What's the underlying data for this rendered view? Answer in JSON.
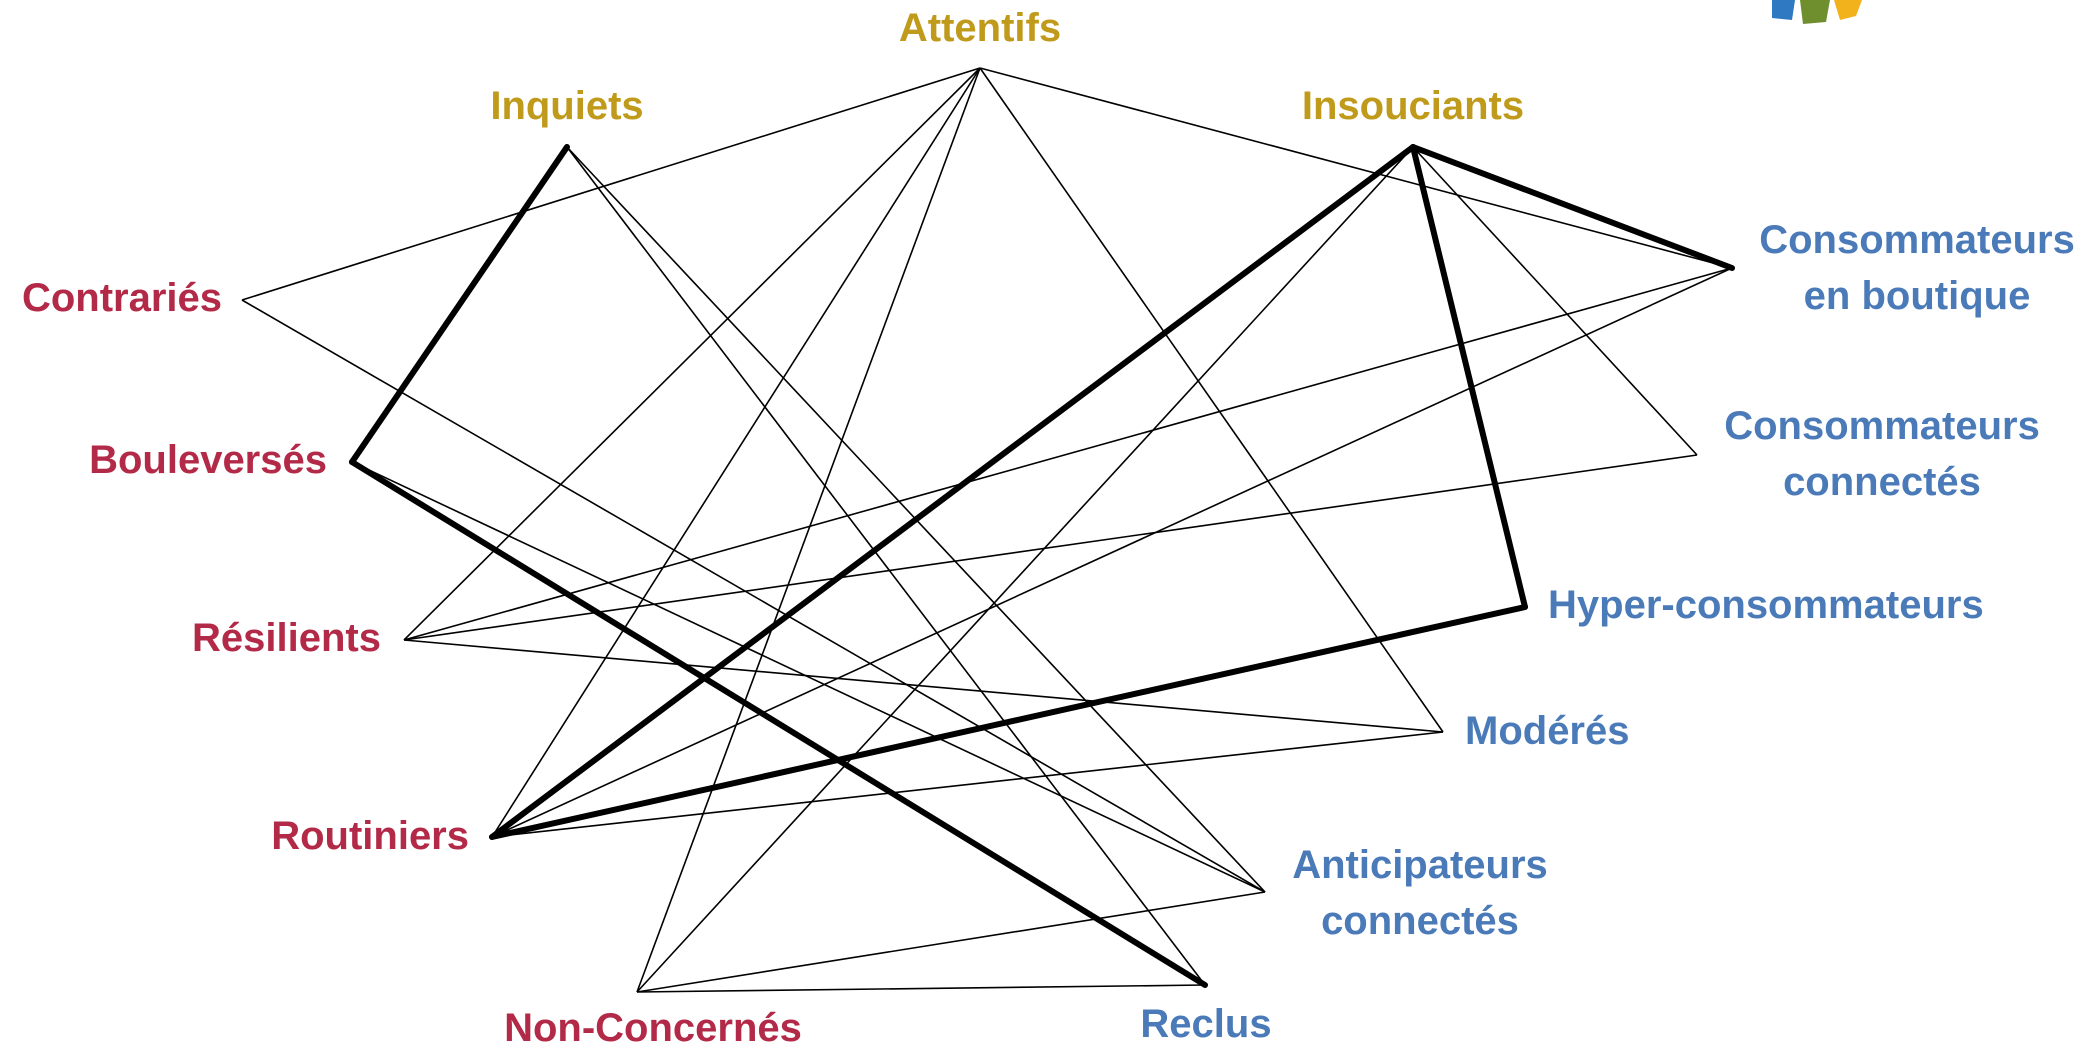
{
  "colors": {
    "group_gold": "#C09A1A",
    "group_red": "#B22A48",
    "group_blue": "#4A7AB8",
    "logo_green": "#6F8F2E",
    "logo_yellow": "#F2B21C",
    "logo_blue": "#2E79C2"
  },
  "icons": {
    "logo": "brand-logo-fragment-icon"
  },
  "nodes": [
    {
      "id": "attentifs",
      "lines": [
        "Attentifs"
      ],
      "group": "gold"
    },
    {
      "id": "inquiets",
      "lines": [
        "Inquiets"
      ],
      "group": "gold"
    },
    {
      "id": "insouciants",
      "lines": [
        "Insouciants"
      ],
      "group": "gold"
    },
    {
      "id": "contraries",
      "lines": [
        "Contrariés"
      ],
      "group": "red"
    },
    {
      "id": "bouleverses",
      "lines": [
        "Bouleversés"
      ],
      "group": "red"
    },
    {
      "id": "resilients",
      "lines": [
        "Résilients"
      ],
      "group": "red"
    },
    {
      "id": "routiniers",
      "lines": [
        "Routiniers"
      ],
      "group": "red"
    },
    {
      "id": "non_concernes",
      "lines": [
        "Non-Concernés"
      ],
      "group": "red"
    },
    {
      "id": "conso_boutique",
      "lines": [
        "Consommateurs",
        "en boutique"
      ],
      "group": "blue"
    },
    {
      "id": "conso_connectes",
      "lines": [
        "Consommateurs",
        "connectés"
      ],
      "group": "blue"
    },
    {
      "id": "hyper",
      "lines": [
        "Hyper-consommateurs"
      ],
      "group": "blue"
    },
    {
      "id": "moderes",
      "lines": [
        "Modérés"
      ],
      "group": "blue"
    },
    {
      "id": "anticipateurs",
      "lines": [
        "Anticipateurs",
        "connectés"
      ],
      "group": "blue"
    },
    {
      "id": "reclus",
      "lines": [
        "Reclus"
      ],
      "group": "blue"
    }
  ],
  "edges": [
    {
      "from": "attentifs",
      "to": "contraries",
      "weight": "thin"
    },
    {
      "from": "attentifs",
      "to": "conso_boutique",
      "weight": "thin"
    },
    {
      "from": "attentifs",
      "to": "resilients",
      "weight": "thin"
    },
    {
      "from": "attentifs",
      "to": "routiniers",
      "weight": "thin"
    },
    {
      "from": "attentifs",
      "to": "non_concernes",
      "weight": "thin"
    },
    {
      "from": "attentifs",
      "to": "moderes",
      "weight": "thin"
    },
    {
      "from": "inquiets",
      "to": "bouleverses",
      "weight": "bold"
    },
    {
      "from": "inquiets",
      "to": "reclus",
      "weight": "thin"
    },
    {
      "from": "inquiets",
      "to": "anticipateurs",
      "weight": "thin"
    },
    {
      "from": "insouciants",
      "to": "routiniers",
      "weight": "bold"
    },
    {
      "from": "insouciants",
      "to": "conso_boutique",
      "weight": "bold"
    },
    {
      "from": "insouciants",
      "to": "hyper",
      "weight": "bold"
    },
    {
      "from": "insouciants",
      "to": "conso_connectes",
      "weight": "thin"
    },
    {
      "from": "insouciants",
      "to": "non_concernes",
      "weight": "thin"
    },
    {
      "from": "contraries",
      "to": "anticipateurs",
      "weight": "thin"
    },
    {
      "from": "bouleverses",
      "to": "reclus",
      "weight": "bold"
    },
    {
      "from": "bouleverses",
      "to": "anticipateurs",
      "weight": "thin"
    },
    {
      "from": "resilients",
      "to": "conso_boutique",
      "weight": "thin"
    },
    {
      "from": "resilients",
      "to": "conso_connectes",
      "weight": "thin"
    },
    {
      "from": "resilients",
      "to": "moderes",
      "weight": "thin"
    },
    {
      "from": "routiniers",
      "to": "conso_boutique",
      "weight": "thin"
    },
    {
      "from": "routiniers",
      "to": "hyper",
      "weight": "bold"
    },
    {
      "from": "routiniers",
      "to": "moderes",
      "weight": "thin"
    },
    {
      "from": "non_concernes",
      "to": "anticipateurs",
      "weight": "thin"
    },
    {
      "from": "non_concernes",
      "to": "reclus",
      "weight": "thin"
    }
  ]
}
